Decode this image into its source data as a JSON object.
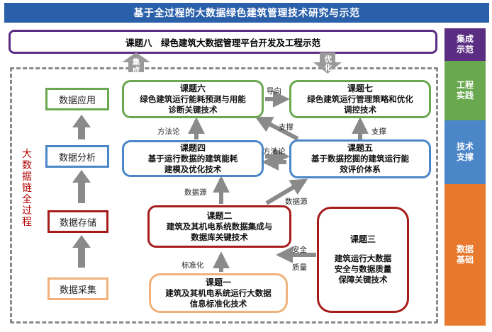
{
  "title": "基于全过程的大数据绿色建筑管理技术研究与示范",
  "topic8": "课题八　绿色建筑大数据管理平台开发及工程示范",
  "up_arrow": "集成",
  "down_arrow": "优化",
  "topics": {
    "t1": {
      "num": "课题一",
      "l1": "建筑及其机电系统运行大数据",
      "l2": "信息标准化技术"
    },
    "t2": {
      "num": "课题二",
      "l1": "建筑及其机电系统数据集成与",
      "l2": "数据库关键技术"
    },
    "t3": {
      "num": "课题三",
      "l1": "建筑运行大数据",
      "l2": "安全与数据质量",
      "l3": "保障关键技术"
    },
    "t4": {
      "num": "课题四",
      "l1": "基于运行数据的建筑能耗",
      "l2": "建模及优化技术"
    },
    "t5": {
      "num": "课题五",
      "l1": "基于数据挖掘的建筑运行能",
      "l2": "效评价体系"
    },
    "t6": {
      "num": "课题六",
      "l1": "绿色建筑运行能耗预测与用能",
      "l2": "诊断关键技术"
    },
    "t7": {
      "num": "课题七",
      "l1": "绿色建筑运行管理策略和优化",
      "l2": "调控技术"
    }
  },
  "chain": {
    "apply": "数据应用",
    "analyze": "数据分析",
    "store": "数据存储",
    "collect": "数据采集",
    "vertical": "大数据链全过程"
  },
  "labels": {
    "guide": "导向",
    "method1": "方法论",
    "method2": "方法论",
    "support1": "支撑",
    "support2": "支撑",
    "source1": "数据源",
    "source2": "数据源",
    "standard": "标准化",
    "safety": "安全",
    "quality": "质量"
  },
  "side": {
    "demo": "集成示范",
    "practice": "工程实践",
    "tech": "技术支撑",
    "data": "数据基础"
  },
  "colors": {
    "title_bg": "#2a5faa",
    "purple": "#5b2d82",
    "green": "#6aa84f",
    "blue": "#4a86c8",
    "red": "#a61c1c",
    "orange": "#f0b27a",
    "side_demo": "#5b2d82",
    "side_practice": "#6aa84f",
    "side_tech": "#4a86c8",
    "side_data": "#e8782b"
  }
}
